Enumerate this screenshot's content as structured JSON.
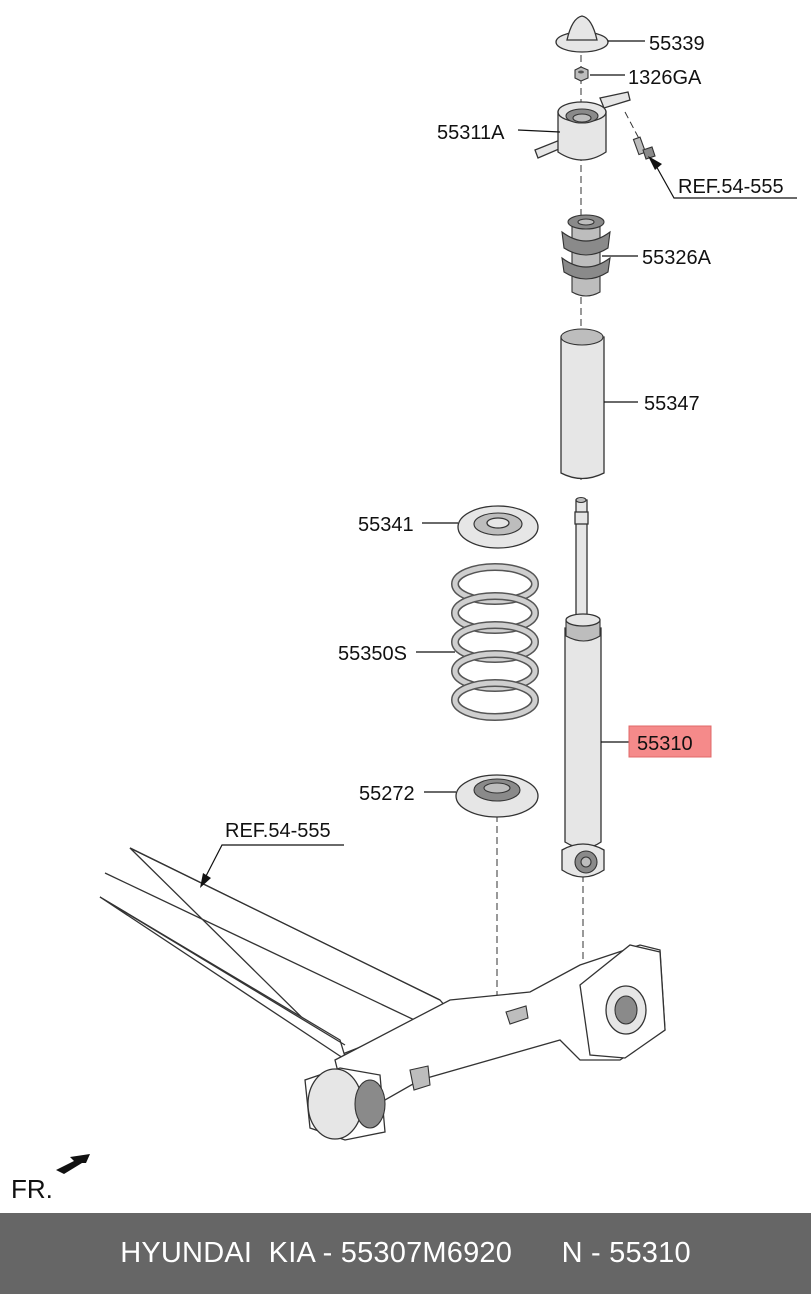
{
  "labels": {
    "p55339": "55339",
    "p1326GA": "1326GA",
    "p55311A": "55311A",
    "ref_top": "REF.54-555",
    "p55326A": "55326A",
    "p55347": "55347",
    "p55341": "55341",
    "p55350S": "55350S",
    "p55310": "55310",
    "p55272": "55272",
    "ref_beam": "REF.54-555",
    "fr": "FR."
  },
  "highlight_color": "#f58a8a",
  "footer": {
    "text": "HYUNDAI  KIA - 55307M6920      N - 55310"
  }
}
